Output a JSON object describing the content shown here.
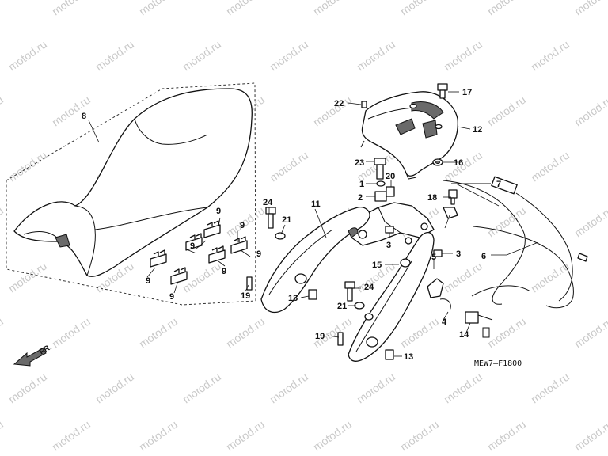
{
  "watermark": "motod.ru",
  "diagram_code": "MEW7—F1800",
  "front_marker": "FR.",
  "callouts": [
    "1",
    "2",
    "3",
    "4",
    "5",
    "6",
    "7",
    "8",
    "9",
    "11",
    "12",
    "13",
    "14",
    "15",
    "16",
    "17",
    "18",
    "19",
    "20",
    "21",
    "22",
    "23",
    "24"
  ]
}
